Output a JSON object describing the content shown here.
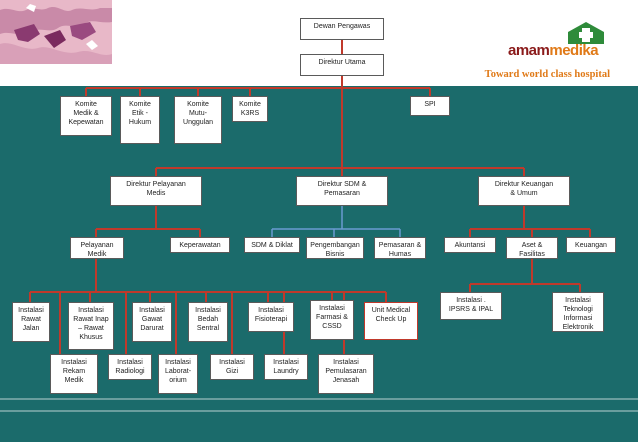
{
  "brand": {
    "name_part1": "amam",
    "name_part2": "medika",
    "tagline": "Toward world class hospital"
  },
  "colors": {
    "background_band": "#1b6b6b",
    "connector_red": "#c0392b",
    "connector_blue": "#6b9bd1",
    "logo_green": "#2e8b3a",
    "logo_orange": "#e07a18"
  },
  "icons": {
    "map": "europe-map-icon",
    "logo": "hospital-cross-logo-icon"
  },
  "org": {
    "dewan": "Dewan Pengawas",
    "direktur_utama": "Direktur Utama",
    "komite": [
      "Komite\nMedik &\nKepewatan",
      "Komite\nEtik -\nHukum",
      "Komite\nMutu-\nUnggulan",
      "Komite\nK3RS"
    ],
    "spi": "SPI",
    "direktur": [
      "Direktur Pelayanan\nMedis",
      "Direktur SDM &\nPemasaran",
      "Direktur Keuangan\n& Umum"
    ],
    "pelayanan_units": [
      "Pelayanan\nMedik",
      "Keperawatan"
    ],
    "sdm_units": [
      "SDM & Diklat",
      "Pengembangan\nBisnis",
      "Pemasaran &\nHumas"
    ],
    "keuangan_units": [
      "Akuntansi",
      "Aset &\nFasilitas",
      "Keuangan"
    ],
    "instalasi_row1": [
      "Instalasi\nRawat\nJalan",
      "Instalasi\nRawat Inap\n– Rawat\nKhusus",
      "Instalasi\nGawat\nDarurat",
      "Instalasi\nBedah\nSentral",
      "Instalasi\nFisioterapi",
      "Instalasi\nFarmasi &\nCSSD",
      "Unit Medical\nCheck Up"
    ],
    "instalasi_row2": [
      "Instalasi\nRekam\nMedik",
      "Instalasi\nRadiologi",
      "Instalasi\nLaborat-\norium",
      "Instalasi\nGizi",
      "Instalasi\nLaundry",
      "Instalasi\nPemulasaran\nJenasah"
    ],
    "aset_units": [
      "Instalasi .\nIPSRS & IPAL",
      "Instalasi\nTeknologi\nInformasi\nElektronik"
    ]
  }
}
